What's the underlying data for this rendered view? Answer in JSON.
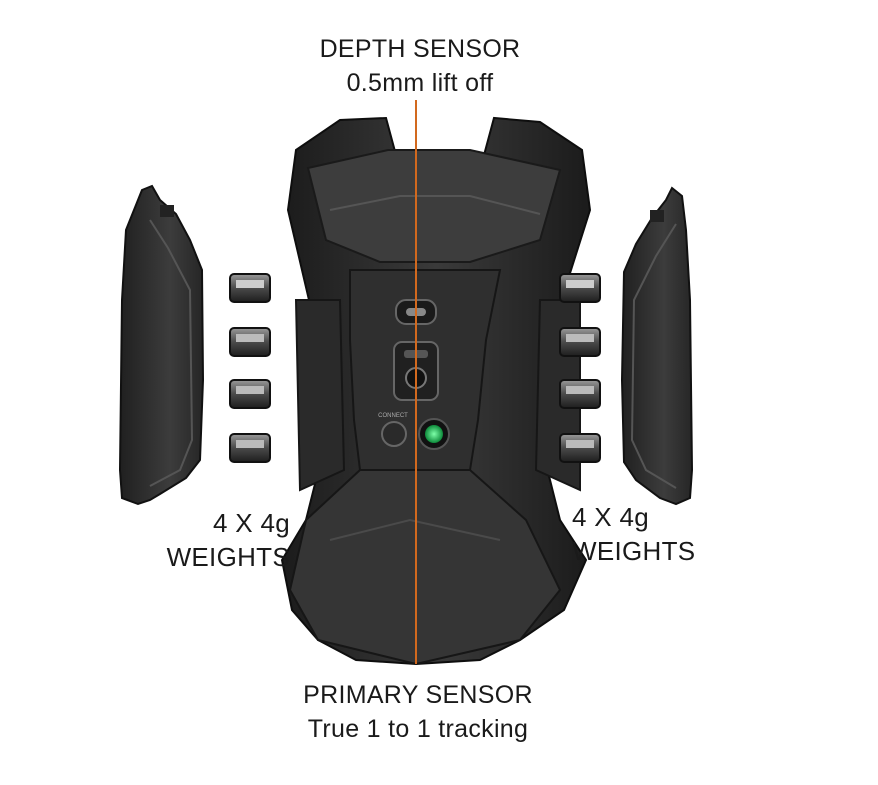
{
  "depth_sensor": {
    "title": "DEPTH SENSOR",
    "detail": "0.5mm lift off"
  },
  "primary_sensor": {
    "title": "PRIMARY SENSOR",
    "detail": "True 1 to 1 tracking"
  },
  "weights_left": {
    "line1": "4 X 4g",
    "line2": "WEIGHTS"
  },
  "weights_right": {
    "line1": "4 X 4g",
    "line2": "WEIGHTS"
  },
  "connect_label": "CONNECT",
  "colors": {
    "background": "#ffffff",
    "mouse_body": "#2b2b2b",
    "accent_line": "#d2691e",
    "sensor_glow": "#2ecc71"
  }
}
